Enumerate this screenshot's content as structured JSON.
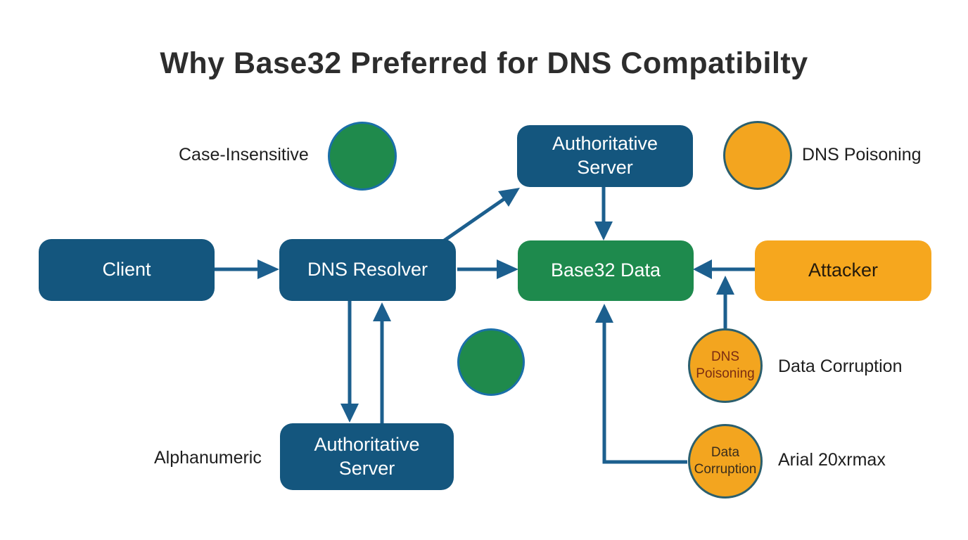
{
  "title": "Why Base32 Preferred for DNS Compatibilty",
  "colors": {
    "box_blue": "#14567E",
    "box_green": "#1E8A4D",
    "box_orange": "#F6A71E",
    "arrow_blue": "#1C5F8E",
    "green_circle_fill": "#1F8A4C",
    "green_circle_border": "#1A6FA8",
    "orange_circle_fill": "#F3A51F",
    "orange_circle_border": "#2B5F6E",
    "title_text": "#2D2D2D",
    "label_text": "#1E1E1E",
    "node_text_light": "#FFFFFF",
    "node_text_dark": "#241A0C",
    "poison_text": "#7B2C12",
    "corruption_text": "#3A2D1C",
    "background": "#FFFFFF"
  },
  "nodes": {
    "client": {
      "label": "Client"
    },
    "dns_resolver": {
      "label": "DNS Resolver"
    },
    "auth_server_top": {
      "line1": "Authoritative",
      "line2": "Server"
    },
    "auth_server_bottom": {
      "line1": "Authoritative",
      "line2": "Server"
    },
    "base32_data": {
      "label": "Base32 Data"
    },
    "attacker": {
      "label": "Attacker"
    }
  },
  "badges": {
    "dns_poisoning_circle": {
      "line1": "DNS",
      "line2": "Poisoning"
    },
    "data_corruption_circle": {
      "line1": "Data",
      "line2": "Corruption"
    }
  },
  "annotations": {
    "case_insensitive": "Case-Insensitive",
    "dns_poisoning": "DNS Poisoning",
    "alphanumeric": "Alphanumeric",
    "data_corruption": "Data Corruption",
    "arial_20xrmax": "Arial 20xrmax"
  }
}
